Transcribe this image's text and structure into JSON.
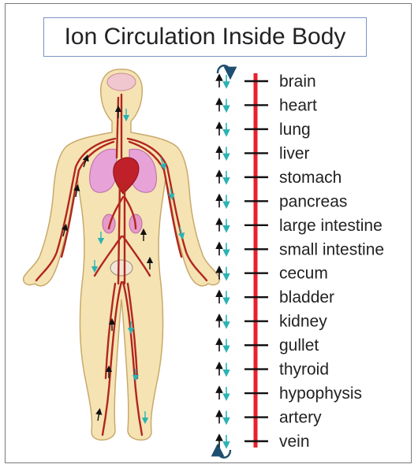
{
  "title": "Ion Circulation Inside Body",
  "organs": [
    "brain",
    "heart",
    "lung",
    "liver",
    "stomach",
    "pancreas",
    "large intestine",
    "small intestine",
    "cecum",
    "bladder",
    "kidney",
    "gullet",
    "thyroid",
    "hypophysis",
    "artery",
    "vein"
  ],
  "colors": {
    "body_fill": "#f5e3b3",
    "body_stroke": "#c9a96b",
    "vessel": "#b2261e",
    "lung": "#e7a2d8",
    "heart": "#c0202a",
    "kidney": "#e59ac9",
    "axis_line": "#e8202a",
    "tick": "#111111",
    "up_arrow": "#111111",
    "down_arrow": "#2bb3b3",
    "loop_arrow": "#1f4f70"
  }
}
